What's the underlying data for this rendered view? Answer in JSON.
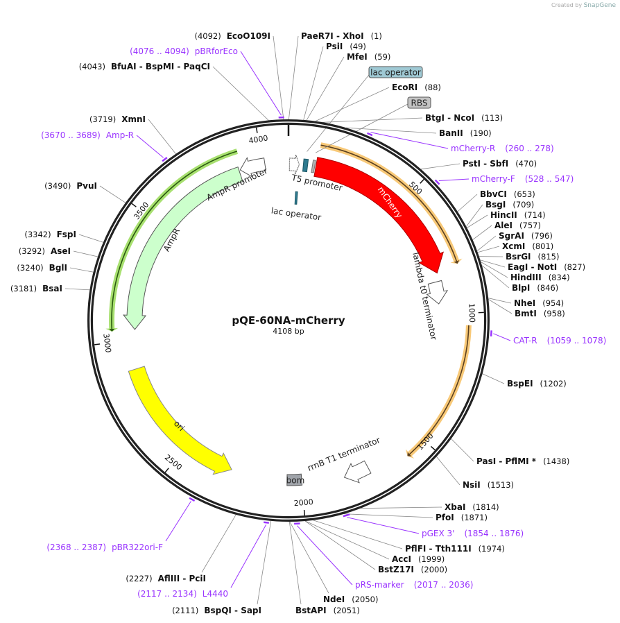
{
  "watermark": {
    "prefix": "Created by",
    "brand": "SnapGene"
  },
  "plasmid": {
    "name": "pQE-60NA-mCherry",
    "length_label": "4108 bp",
    "length": 4108
  },
  "ticks": [
    500,
    1000,
    1500,
    2000,
    2500,
    3000,
    3500,
    4000
  ],
  "features": [
    {
      "name": "mCherry",
      "start": 115,
      "end": 825,
      "direction": "forward",
      "color": "#ff0000",
      "label_color": "#ffffff"
    },
    {
      "name": "AmpR",
      "start": 3043,
      "end": 3900,
      "direction": "reverse",
      "color": "#ccffcc"
    },
    {
      "name": "AmpR promoter",
      "start": 3905,
      "end": 4010,
      "direction": "reverse",
      "color": "#ffffff"
    },
    {
      "name": "T5 promoter",
      "start": 4,
      "end": 45,
      "direction": "forward",
      "color": "#ffffff"
    },
    {
      "name": "lac operator",
      "start": 62,
      "end": 80,
      "direction": "none",
      "color": "#2e7a8f"
    },
    {
      "name": "RBS",
      "start": 100,
      "end": 110,
      "direction": "none",
      "color": "#b4b4b4"
    },
    {
      "name": "lac operator",
      "start": 36,
      "end": 46,
      "direction": "none",
      "color": "#2e7a8f"
    },
    {
      "name": "lambda t0 terminator",
      "start": 860,
      "end": 955,
      "direction": "forward",
      "color": "#ffffff"
    },
    {
      "name": "rrnB T1 terminator",
      "start": 1730,
      "end": 1830,
      "direction": "forward",
      "color": "#ffffff"
    },
    {
      "name": "ori",
      "start": 2292,
      "end": 2880,
      "direction": "reverse",
      "color": "#ffff00"
    },
    {
      "name": "bom",
      "start": 2000,
      "end": 2060,
      "direction": "none",
      "color": "#a0a4aa"
    }
  ],
  "bands": [
    {
      "start": 119,
      "end": 815,
      "direction": "forward",
      "color": "#f8c978",
      "line": "#5a4020"
    },
    {
      "start": 1044,
      "end": 1583,
      "direction": "forward",
      "color": "#f8c978",
      "line": "#5a4020"
    },
    {
      "start": 3040,
      "end": 3915,
      "direction": "reverse",
      "color": "#a8e070",
      "line": "#2a5a10"
    }
  ],
  "enzymes": [
    {
      "name": "PaeR7I - XhoI",
      "pos": "(1)",
      "bp": 1
    },
    {
      "name": "PsiI",
      "pos": "(49)",
      "bp": 49
    },
    {
      "name": "MfeI",
      "pos": "(59)",
      "bp": 59
    },
    {
      "name": "EcoRI",
      "pos": "(88)",
      "bp": 88
    },
    {
      "name": "BtgI - NcoI",
      "pos": "(113)",
      "bp": 113
    },
    {
      "name": "BanII",
      "pos": "(190)",
      "bp": 190
    },
    {
      "name": "PstI - SbfI",
      "pos": "(470)",
      "bp": 470
    },
    {
      "name": "BbvCI",
      "pos": "(653)",
      "bp": 653
    },
    {
      "name": "BsgI",
      "pos": "(709)",
      "bp": 709
    },
    {
      "name": "HincII",
      "pos": "(714)",
      "bp": 714
    },
    {
      "name": "AleI",
      "pos": "(757)",
      "bp": 757
    },
    {
      "name": "SgrAI",
      "pos": "(796)",
      "bp": 796
    },
    {
      "name": "XcmI",
      "pos": "(801)",
      "bp": 801
    },
    {
      "name": "BsrGI",
      "pos": "(815)",
      "bp": 815
    },
    {
      "name": "EagI - NotI",
      "pos": "(827)",
      "bp": 827
    },
    {
      "name": "HindIII",
      "pos": "(834)",
      "bp": 834
    },
    {
      "name": "BlpI",
      "pos": "(846)",
      "bp": 846
    },
    {
      "name": "NheI",
      "pos": "(954)",
      "bp": 954
    },
    {
      "name": "BmtI",
      "pos": "(958)",
      "bp": 958
    },
    {
      "name": "BspEI",
      "pos": "(1202)",
      "bp": 1202
    },
    {
      "name": "PasI - PflMI *",
      "pos": "(1438)",
      "bp": 1438
    },
    {
      "name": "NsiI",
      "pos": "(1513)",
      "bp": 1513
    },
    {
      "name": "XbaI",
      "pos": "(1814)",
      "bp": 1814
    },
    {
      "name": "PfoI",
      "pos": "(1871)",
      "bp": 1871
    },
    {
      "name": "PflFI - Tth111I",
      "pos": "(1974)",
      "bp": 1974
    },
    {
      "name": "AccI",
      "pos": "(1999)",
      "bp": 1999
    },
    {
      "name": "BstZ17I",
      "pos": "(2000)",
      "bp": 2000
    },
    {
      "name": "NdeI",
      "pos": "(2050)",
      "bp": 2050
    },
    {
      "name": "BstAPI",
      "pos": "(2051)",
      "bp": 2051
    },
    {
      "name": "BspQI - SapI",
      "pos": "(2111)",
      "bp": 2111
    },
    {
      "name": "AflIII - PciI",
      "pos": "(2227)",
      "bp": 2227
    },
    {
      "name": "BsaI",
      "pos": "(3181)",
      "bp": 3181
    },
    {
      "name": "BglI",
      "pos": "(3240)",
      "bp": 3240
    },
    {
      "name": "AseI",
      "pos": "(3292)",
      "bp": 3292
    },
    {
      "name": "FspI",
      "pos": "(3342)",
      "bp": 3342
    },
    {
      "name": "PvuI",
      "pos": "(3490)",
      "bp": 3490
    },
    {
      "name": "XmnI",
      "pos": "(3719)",
      "bp": 3719
    },
    {
      "name": "BfuAI - BspMI - PaqCI",
      "pos": "(4043)",
      "bp": 4043
    },
    {
      "name": "EcoO109I",
      "pos": "(4092)",
      "bp": 4092
    }
  ],
  "primers": [
    {
      "name": "pBRforEco",
      "range": "(4076 .. 4094)",
      "start": 4076,
      "end": 4094
    },
    {
      "name": "Amp-R",
      "range": "(3670 .. 3689)",
      "start": 3670,
      "end": 3689
    },
    {
      "name": "mCherry-R",
      "range": "(260 .. 278)",
      "start": 260,
      "end": 278
    },
    {
      "name": "mCherry-F",
      "range": "(528 .. 547)",
      "start": 528,
      "end": 547
    },
    {
      "name": "CAT-R",
      "range": "(1059 .. 1078)",
      "start": 1059,
      "end": 1078
    },
    {
      "name": "pGEX 3'",
      "range": "(1854 .. 1876)",
      "start": 1854,
      "end": 1876
    },
    {
      "name": "pRS-marker",
      "range": "(2017 .. 2036)",
      "start": 2017,
      "end": 2036
    },
    {
      "name": "L4440",
      "range": "(2117 .. 2134)",
      "start": 2117,
      "end": 2134
    },
    {
      "name": "pBR322ori-F",
      "range": "(2368 .. 2387)",
      "start": 2368,
      "end": 2387
    }
  ],
  "colors": {
    "primer": "#9933ff",
    "backbone": "#222222",
    "lac_box": "#9fc9d4",
    "rbs_box": "#c4c4c4"
  }
}
